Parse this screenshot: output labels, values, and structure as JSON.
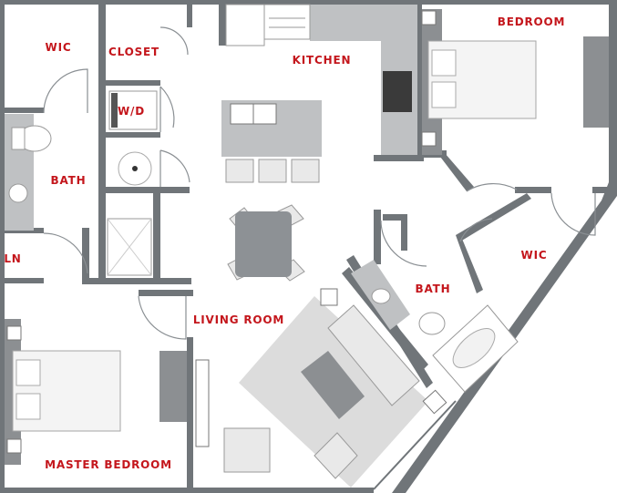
{
  "rooms": {
    "wic_left": "WIC",
    "closet": "CLOSET",
    "kitchen": "KITCHEN",
    "bedroom": "BEDROOM",
    "wd": "W/D",
    "bath_left": "BATH",
    "ln": "LN",
    "wic_right": "WIC",
    "bath_right": "BATH",
    "living_room": "LIVING ROOM",
    "master_bedroom": "MASTER BEDROOM"
  },
  "colors": {
    "label": "#c4161c",
    "wall": "#707579",
    "counter": "#bfc1c3",
    "floor": "#ffffff"
  }
}
